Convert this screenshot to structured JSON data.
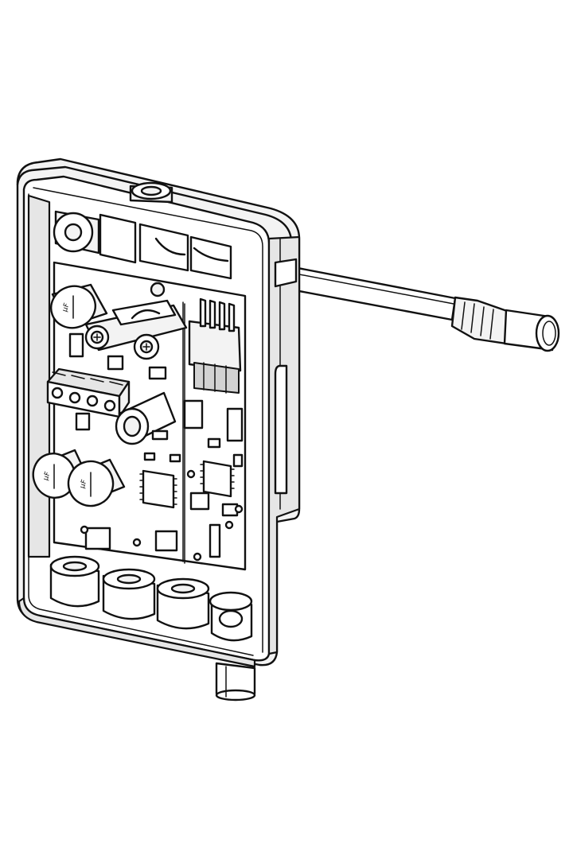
{
  "capacitor_markings": [
    "μF",
    "μF",
    "μF"
  ],
  "colors": {
    "line": "#111111",
    "background": "#ffffff",
    "housing_fill": "#f3f3f3",
    "board_fill": "#ffffff",
    "shade": "#e6e6e6"
  }
}
